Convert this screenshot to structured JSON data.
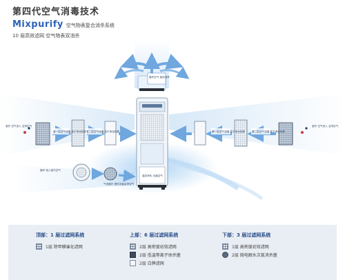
{
  "header": {
    "title": "第四代空气消毒技术",
    "brand": "Mixpurify",
    "brand_subtitle": "空气物表复合消杀系统",
    "line3": "10 层高效滤网 空气物表双消杀"
  },
  "diagram": {
    "top_callout": "循环空气 高效消杀",
    "left_outside_label": "室外 空气流入 洁净空气",
    "left_filter_label_1": "第一层空气流通 高于净化效果",
    "left_filter_label_2": "第二层空气流通 高于净化效果",
    "bottom_left_label": "循环 吸入室内空气",
    "bottom_left_center_label": "气流循环 提供无菌洁净空气",
    "center_bottom_label": "高效净化 无菌空气",
    "right_filter_label_1": "第一层空气流通 高于净化效果",
    "right_filter_label_2": "第二层空气流通 高于净化效果",
    "right_outside_label": "室外 空气流入 洁净空气",
    "colors": {
      "accent": "#2d63b8",
      "flow": "#7fb6ea",
      "flow_light": "#cfe4f8"
    }
  },
  "legend": {
    "top": {
      "heading": "顶部：1 层过滤网系统",
      "items": [
        "1层  除甲醛催化滤网"
      ]
    },
    "upper": {
      "heading": "上部：6 层过滤网系统",
      "items": [
        "2层  高密度初效滤网",
        "2层  低温等离子体杀菌",
        "2层  白牌滤网"
      ]
    },
    "lower": {
      "heading": "下部：3 层过滤网系统",
      "items": [
        "1层  高密度初效滤网",
        "2层  微电解水次氯消杀菌"
      ]
    }
  }
}
